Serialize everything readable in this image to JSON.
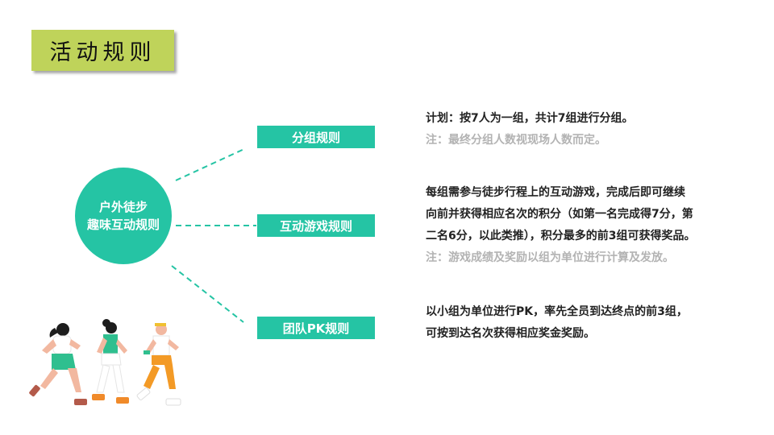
{
  "title": "活动规则",
  "hub": {
    "line1": "户外徒步",
    "line2": "趣味互动规则"
  },
  "rules": [
    {
      "label": "分组规则",
      "lines": [
        "计划：按7人为一组，共计7组进行分组。"
      ],
      "note": "注：最终分组人数视现场人数而定。"
    },
    {
      "label": "互动游戏规则",
      "lines": [
        "每组需参与徒步行程上的互动游戏，完成后即可继续",
        "向前并获得相应名次的积分（如第一名完成得7分，第",
        "二名6分，以此类推），积分最多的前3组可获得奖品。"
      ],
      "note": "注：游戏成绩及奖励以组为单位进行计算及发放。"
    },
    {
      "label": "团队PK规则",
      "lines": [
        "以小组为单位进行PK，率先全员到达终点的前3组，",
        "可按到达名次获得相应奖金奖励。"
      ],
      "note": ""
    }
  ],
  "colors": {
    "accent": "#25c4a4",
    "title_bg": "#bfd35a",
    "note": "#b3b3b3",
    "text": "#222222"
  },
  "illustration": "runners-illustration"
}
